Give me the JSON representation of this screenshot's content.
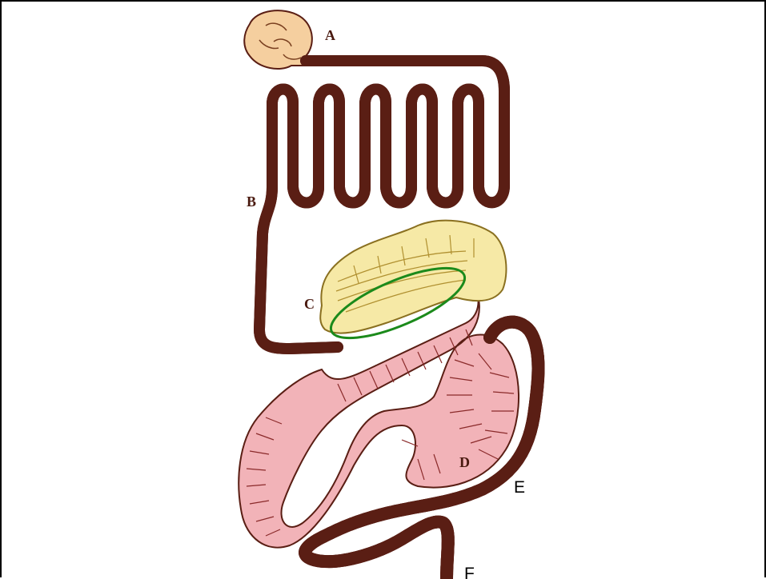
{
  "labels": {
    "a": "A",
    "b": "B",
    "c": "C",
    "d": "D",
    "e": "E",
    "f": "F"
  },
  "colors": {
    "stomach": "#f5cf9f",
    "intestine": "#f2a98e",
    "pancreas": "#f6e9a6",
    "colon": "#f2b3b8",
    "rectum": "#edcfb4",
    "highlight": "#1b8a1b",
    "outline": "#5a1e14"
  }
}
